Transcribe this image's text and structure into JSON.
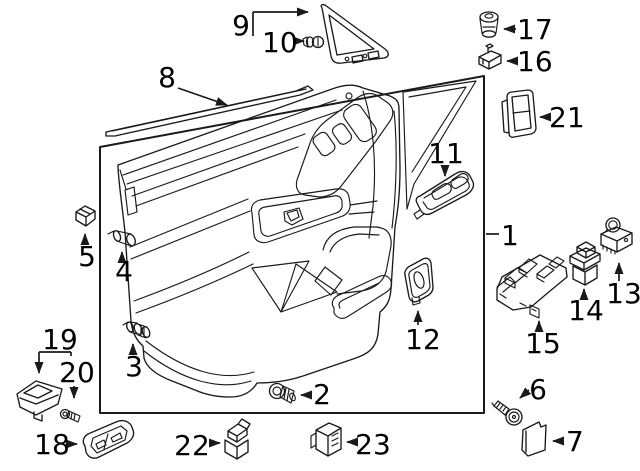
{
  "diagram": {
    "kind": "exploded-parts-diagram",
    "background_color": "#ffffff",
    "line_color": "#1a1a1a",
    "label_color": "#000000",
    "callouts": {
      "c1": {
        "label": "1"
      },
      "c2": {
        "label": "2"
      },
      "c3": {
        "label": "3"
      },
      "c4": {
        "label": "4"
      },
      "c5": {
        "label": "5"
      },
      "c6": {
        "label": "6"
      },
      "c7": {
        "label": "7"
      },
      "c8": {
        "label": "8"
      },
      "c9": {
        "label": "9"
      },
      "c10": {
        "label": "10"
      },
      "c11": {
        "label": "11"
      },
      "c12": {
        "label": "12"
      },
      "c13": {
        "label": "13"
      },
      "c14": {
        "label": "14"
      },
      "c15": {
        "label": "15"
      },
      "c16": {
        "label": "16"
      },
      "c17": {
        "label": "17"
      },
      "c18": {
        "label": "18"
      },
      "c19": {
        "label": "19"
      },
      "c20": {
        "label": "20"
      },
      "c21": {
        "label": "21"
      },
      "c22": {
        "label": "22"
      },
      "c23": {
        "label": "23"
      }
    }
  }
}
